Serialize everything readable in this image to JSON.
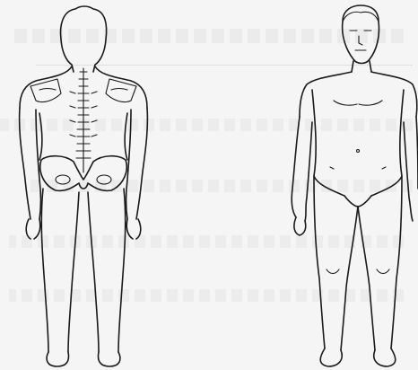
{
  "figures": [
    {
      "view": "posterior",
      "features": [
        "spine",
        "scapulae",
        "pelvis"
      ]
    },
    {
      "view": "anterior",
      "features": [
        "face",
        "torso",
        "limbs"
      ]
    }
  ]
}
